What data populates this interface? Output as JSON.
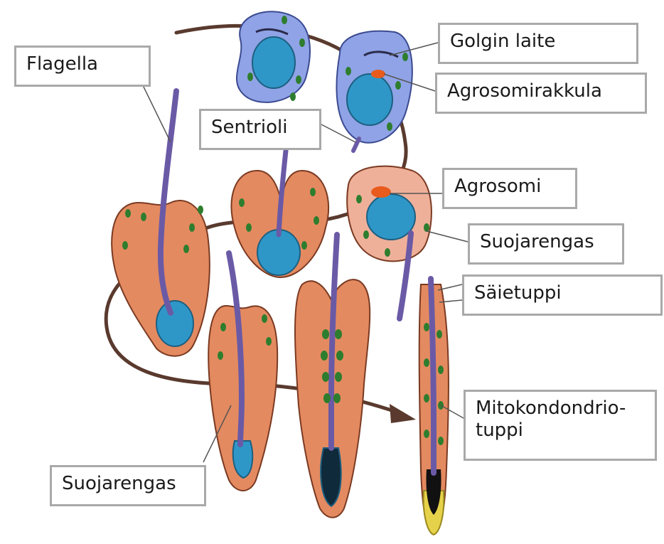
{
  "colors": {
    "cell_body": "#e48a60",
    "cell_outline": "#7a3a22",
    "nucleus": "#2f97c8",
    "early_cell": "#8fa3e6",
    "flagellum": "#6a5aa6",
    "mitochondria": "#2e7d2e",
    "acrosome": "#e85b1c",
    "pathway": "#5a3a2e",
    "head_cap": "#e6d24a",
    "label_border": "#a9a9a9"
  },
  "labels": {
    "flagella": "Flagella",
    "sentrioli": "Sentrioli",
    "golgin_laite": "Golgin laite",
    "agrosomirakkula": "Agrosomirakkula",
    "agrosomi": "Agrosomi",
    "suojarengas_right": "Suojarengas",
    "saietuppi": "Säietuppi",
    "mitokondrio_line1": "Mitokondondrio-",
    "mitokondrio_line2": "tuppi",
    "suojarengas_left": "Suojarengas"
  }
}
